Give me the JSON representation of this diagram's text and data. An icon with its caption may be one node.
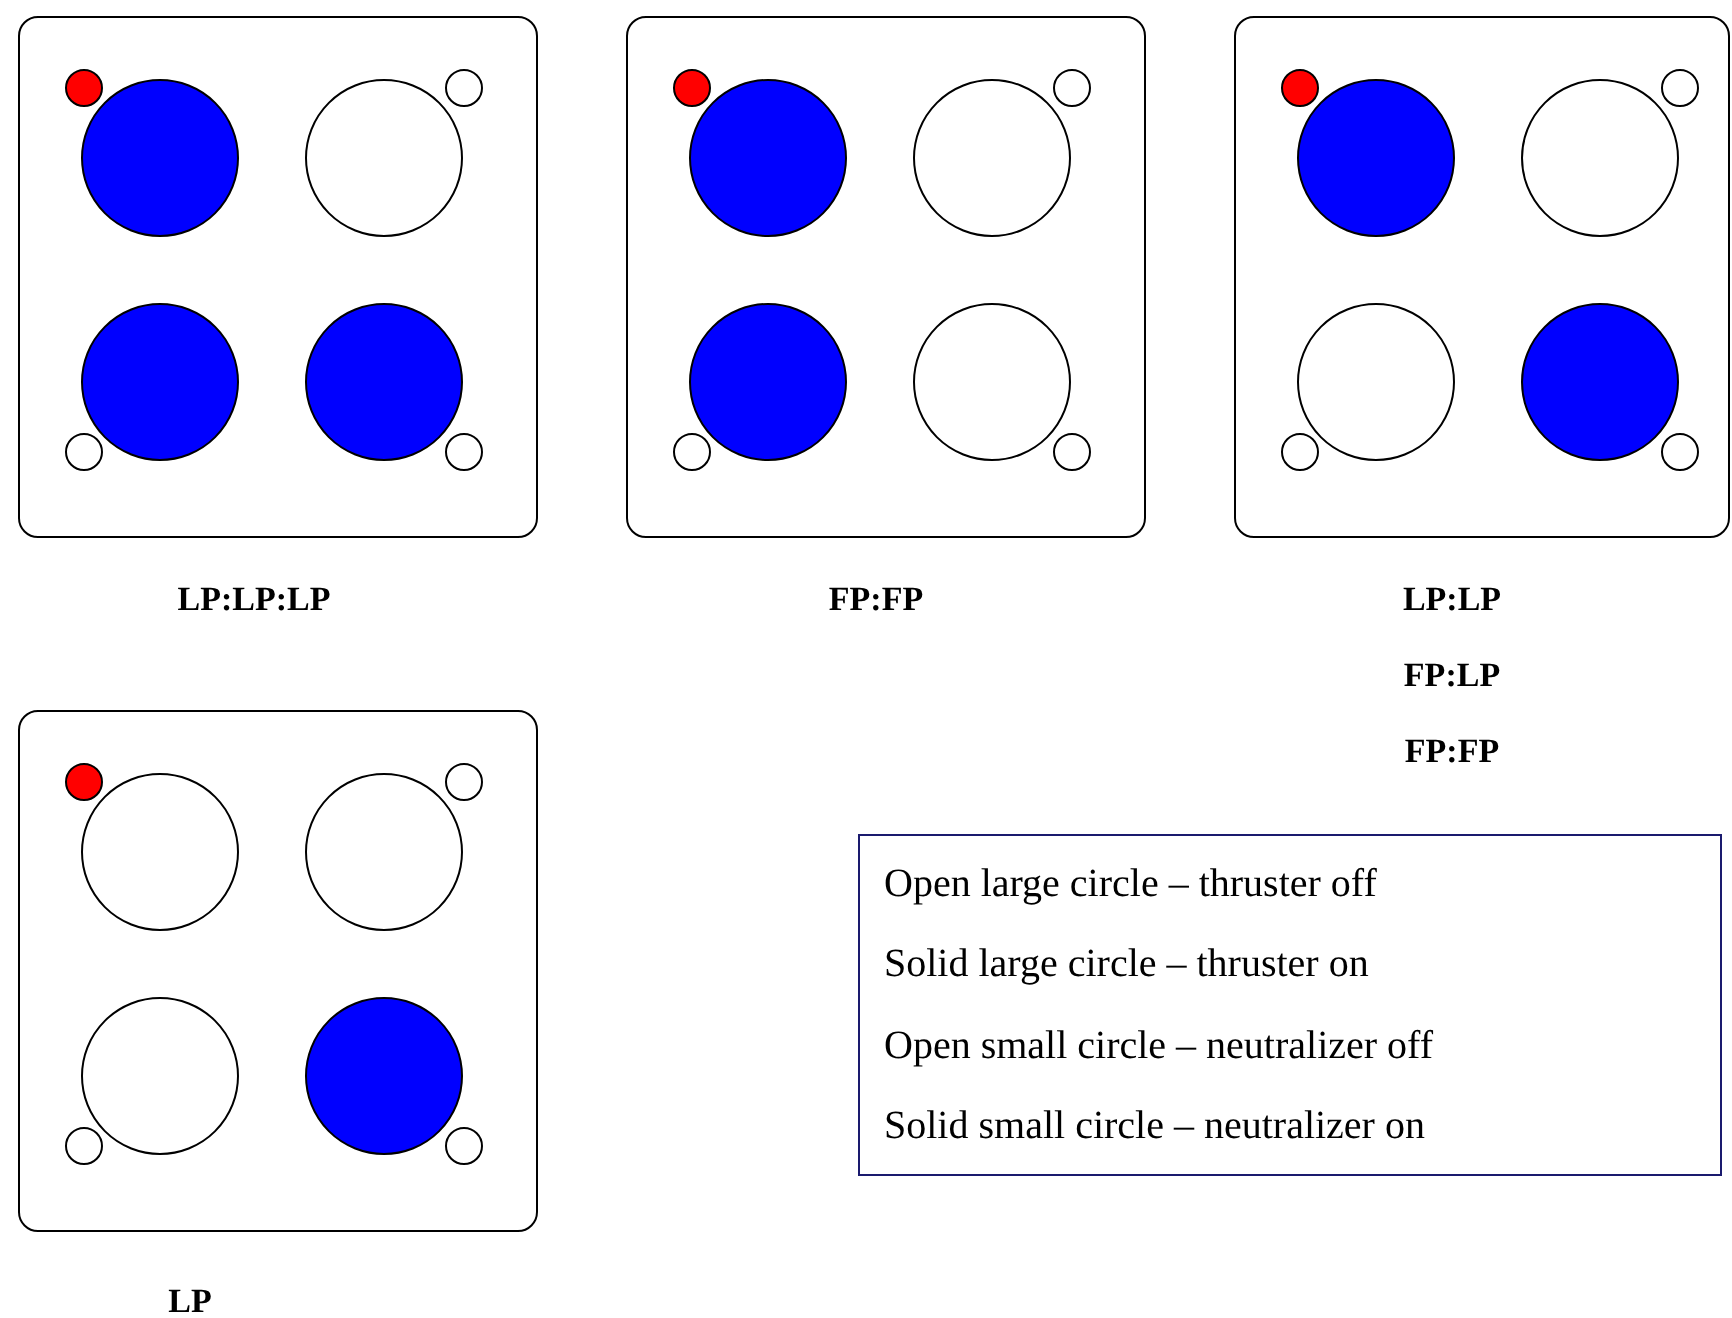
{
  "diagram": {
    "nodes": [
      {
        "text": [],
        "shape": "box",
        "beside": [
          "LP:LP:LP"
        ]
      },
      {
        "text": [],
        "shape": "disc",
        "in": 0
      },
      {
        "text": [],
        "shape": "circle",
        "in": 0
      },
      {
        "text": [],
        "shape": "disc",
        "in": 0
      },
      {
        "text": [],
        "shape": "circle",
        "in": 0
      },
      {
        "text": [],
        "shape": "disc",
        "in": 0
      },
      {
        "text": [],
        "shape": "disc",
        "in": 0
      },
      {
        "text": [],
        "shape": "circle",
        "in": 0
      },
      {
        "text": [],
        "shape": "circle",
        "in": 0
      },
      {
        "text": [],
        "shape": "box",
        "beside": [
          "FP:FP"
        ]
      },
      {
        "text": [],
        "shape": "disc",
        "in": 9
      },
      {
        "text": [],
        "shape": "circle",
        "in": 9
      },
      {
        "text": [],
        "shape": "disc",
        "in": 9
      },
      {
        "text": [],
        "shape": "circle",
        "in": 9
      },
      {
        "text": [],
        "shape": "disc",
        "in": 9
      },
      {
        "text": [],
        "shape": "circle",
        "in": 9
      },
      {
        "text": [],
        "shape": "circle",
        "in": 9
      },
      {
        "text": [],
        "shape": "circle",
        "in": 9
      },
      {
        "text": [],
        "shape": "box",
        "beside": [
          "LP:LP",
          "FP:LP",
          "FP:FP"
        ]
      },
      {
        "text": [],
        "shape": "disc",
        "in": 18
      },
      {
        "text": [],
        "shape": "circle",
        "in": 18
      },
      {
        "text": [],
        "shape": "disc",
        "in": 18
      },
      {
        "text": [],
        "shape": "circle",
        "in": 18
      },
      {
        "text": [],
        "shape": "circle",
        "in": 18
      },
      {
        "text": [],
        "shape": "disc",
        "in": 18
      },
      {
        "text": [],
        "shape": "circle",
        "in": 18
      },
      {
        "text": [],
        "shape": "circle",
        "in": 18
      },
      {
        "text": [],
        "shape": "box",
        "beside": [
          "LP"
        ]
      },
      {
        "text": [],
        "shape": "disc",
        "in": 27
      },
      {
        "text": [],
        "shape": "circle",
        "in": 27
      },
      {
        "text": [],
        "shape": "circle",
        "in": 27
      },
      {
        "text": [],
        "shape": "circle",
        "in": 27
      },
      {
        "text": [],
        "shape": "circle",
        "in": 27
      },
      {
        "text": [],
        "shape": "disc",
        "in": 27
      },
      {
        "text": [],
        "shape": "circle",
        "in": 27
      },
      {
        "text": [],
        "shape": "circle",
        "in": 27
      }
    ],
    "legend": [
      {
        "text": "Open large circle – thruster off"
      },
      {
        "text": "Solid large circle – thruster on"
      },
      {
        "text": "Open small circle – neutralizer off"
      },
      {
        "text": "Solid small circle – neutralizer on"
      }
    ]
  }
}
